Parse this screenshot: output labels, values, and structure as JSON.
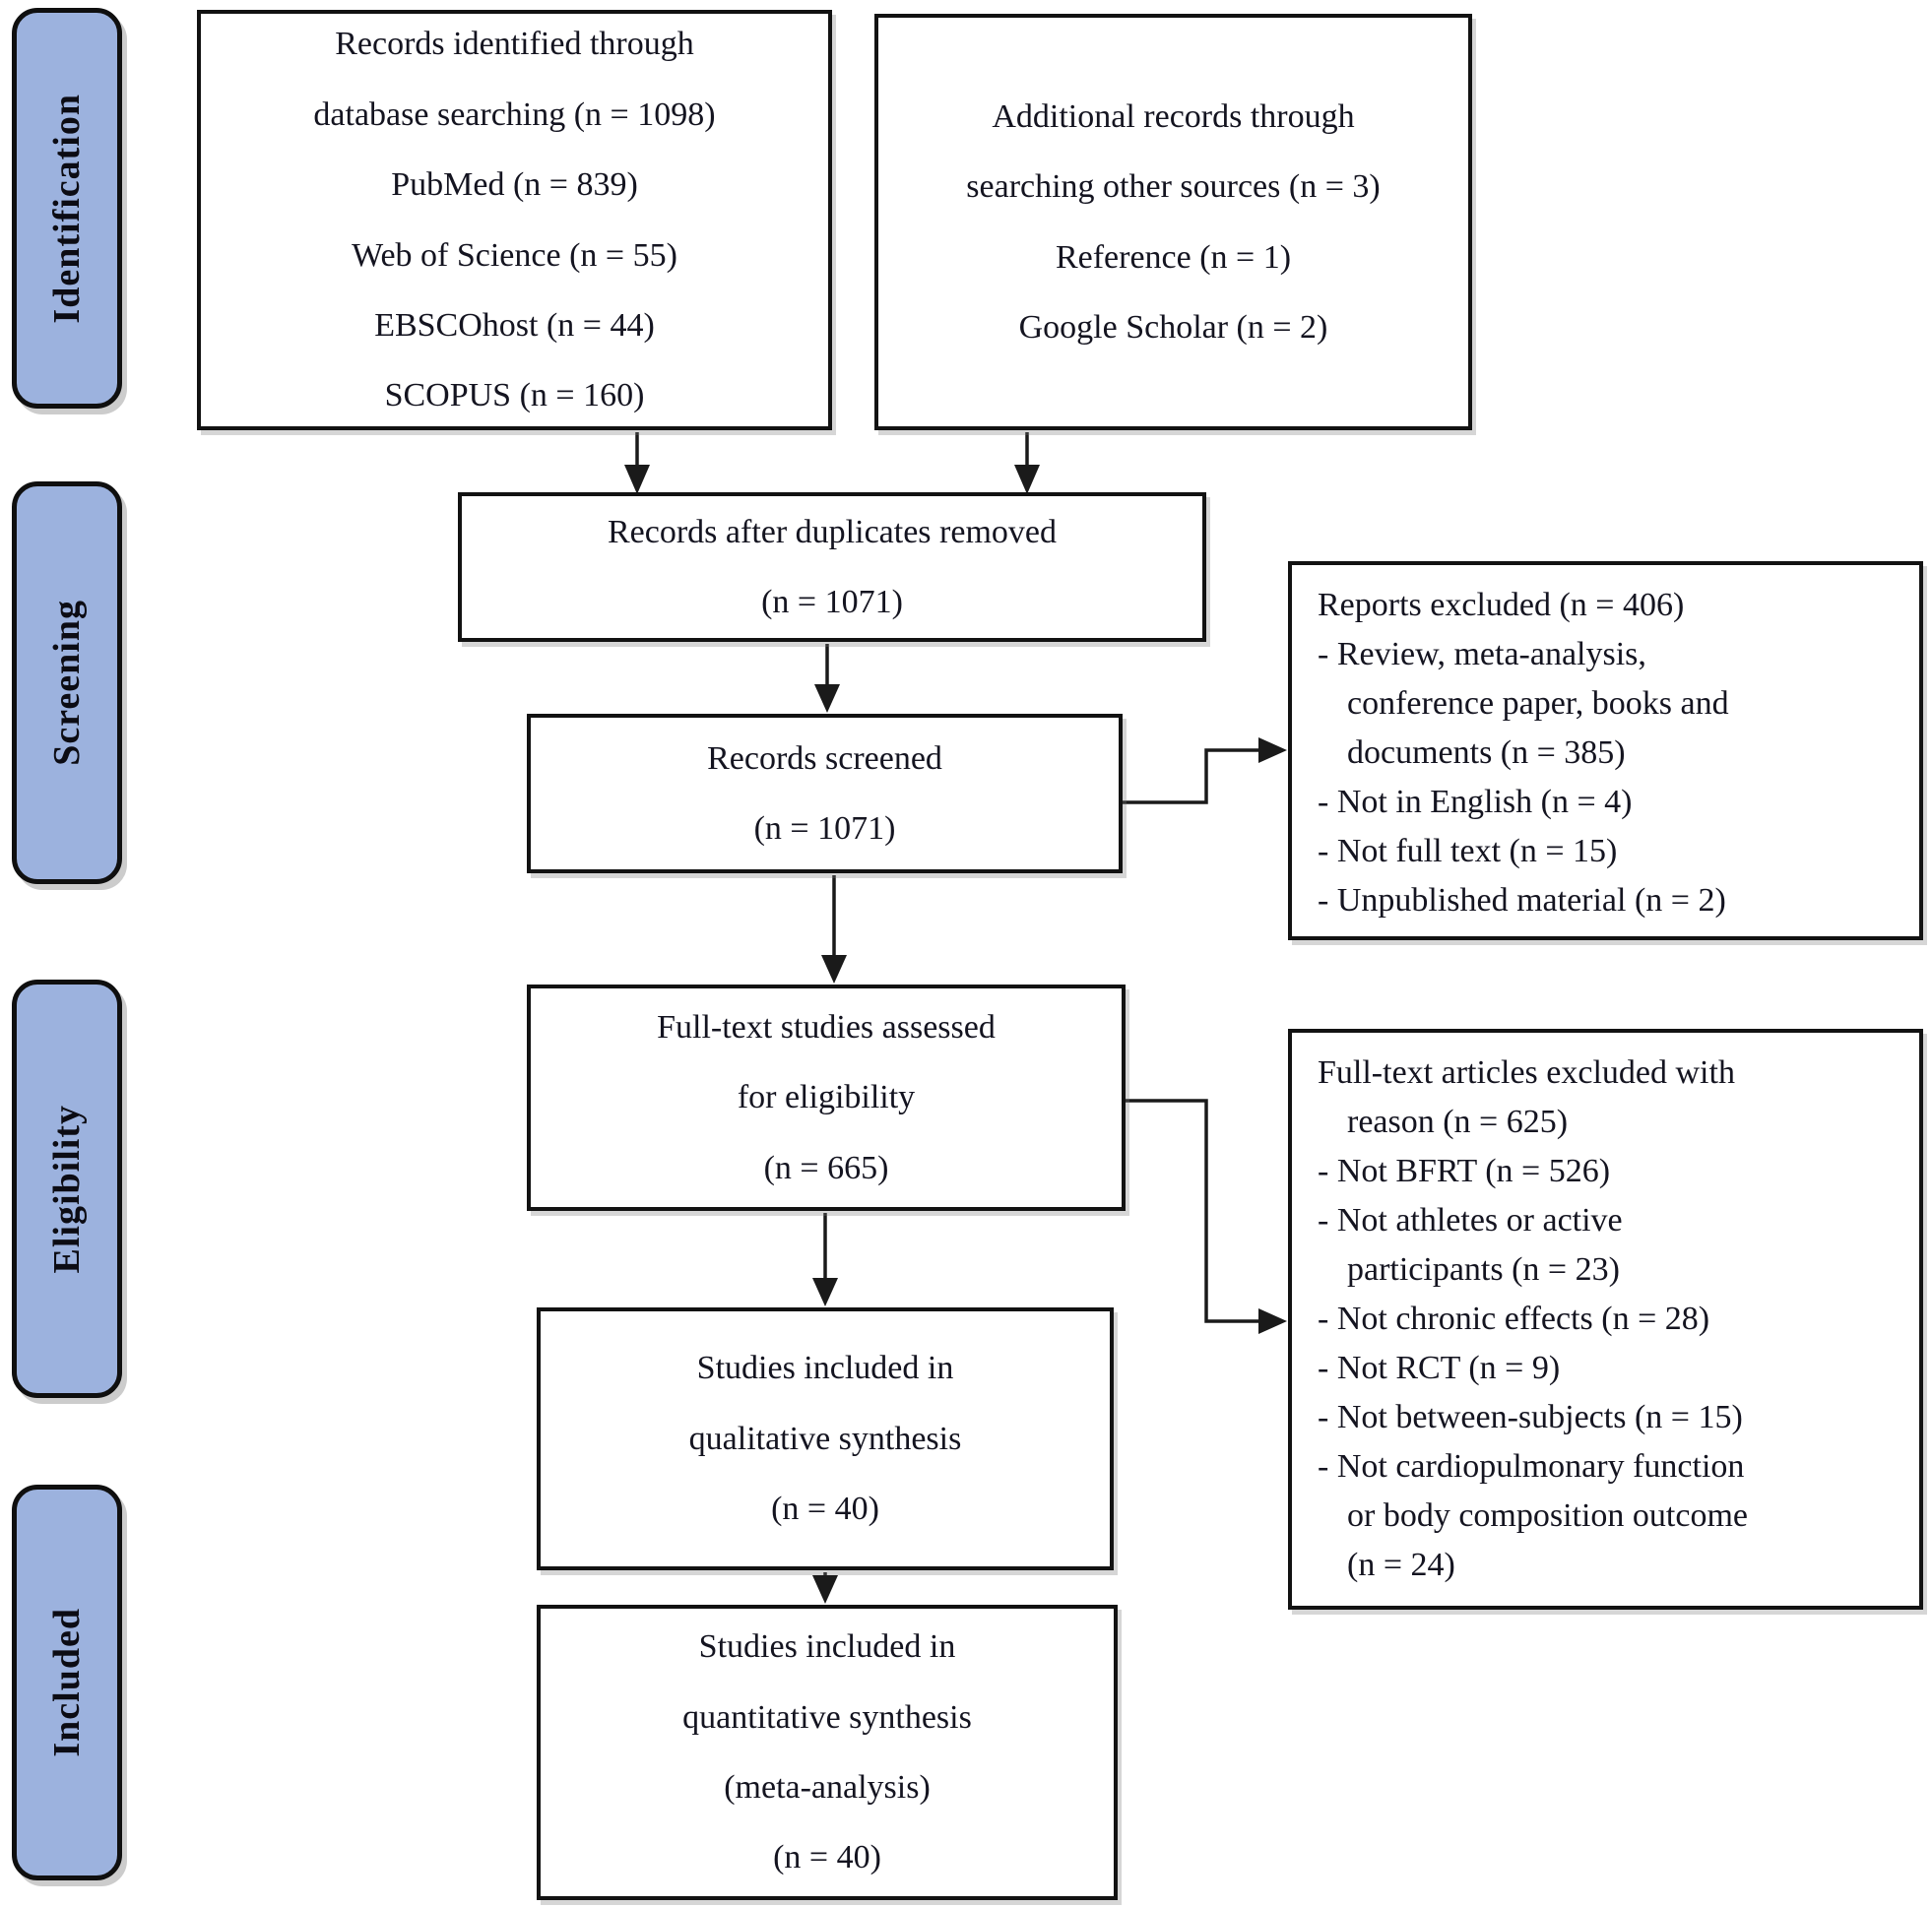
{
  "diagram": {
    "stages": [
      {
        "label": "Identification"
      },
      {
        "label": "Screening"
      },
      {
        "label": "Eligibility"
      },
      {
        "label": "Included"
      }
    ],
    "boxes": {
      "identified": {
        "lines": [
          "Records identified through",
          "database searching (n = 1098)",
          "PubMed (n = 839)",
          "Web of Science (n = 55)",
          "EBSCOhost (n = 44)",
          "SCOPUS (n = 160)"
        ]
      },
      "additional": {
        "lines": [
          "Additional records through",
          "searching other sources (n = 3)",
          "Reference (n = 1)",
          "Google Scholar (n = 2)"
        ]
      },
      "duplicates": {
        "lines": [
          "Records after duplicates removed",
          "(n = 1071)"
        ]
      },
      "screened": {
        "lines": [
          "Records screened",
          "(n = 1071)"
        ]
      },
      "reports_excluded": {
        "lines": [
          "Reports excluded (n = 406)",
          "- Review, meta-analysis,",
          "conference paper, books and",
          "documents (n = 385)",
          "- Not in English (n = 4)",
          "- Not full text (n = 15)",
          "- Unpublished material (n = 2)"
        ]
      },
      "fulltext": {
        "lines": [
          "Full-text studies assessed",
          "for eligibility",
          "(n = 665)"
        ]
      },
      "fulltext_excluded": {
        "lines": [
          "Full-text articles excluded with",
          "reason (n = 625)",
          "- Not BFRT (n = 526)",
          "- Not athletes or active",
          "participants (n = 23)",
          "- Not chronic effects (n = 28)",
          "- Not RCT (n = 9)",
          "- Not between-subjects (n = 15)",
          "- Not cardiopulmonary function",
          "or body composition outcome",
          "(n = 24)"
        ]
      },
      "qualitative": {
        "lines": [
          "Studies included in",
          "qualitative synthesis",
          "(n = 40)"
        ]
      },
      "quantitative": {
        "lines": [
          "Studies included in",
          "quantitative synthesis",
          "(meta-analysis)",
          "(n = 40)"
        ]
      }
    },
    "colors": {
      "stage_fill": "#9cb2de",
      "stage_border": "#0f0f0f",
      "box_border": "#121212",
      "arrow": "#1a1a1a",
      "text": "#141420",
      "background": "#ffffff"
    }
  }
}
